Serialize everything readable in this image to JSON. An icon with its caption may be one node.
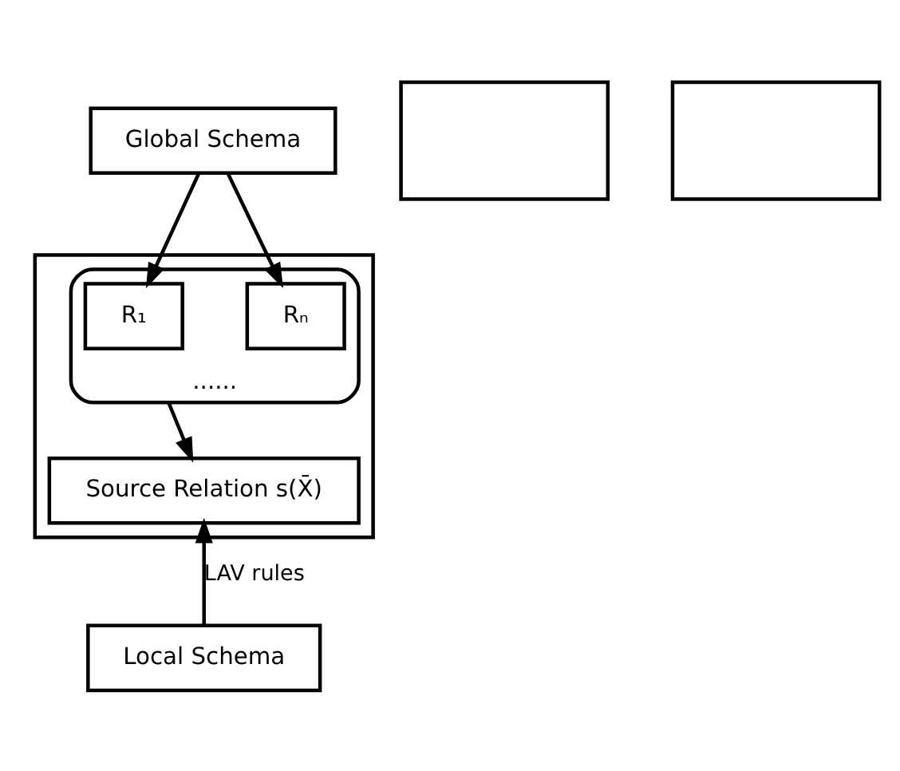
{
  "diagram": {
    "nodes": [
      {
        "text": [
          "Global Schema"
        ]
      },
      {
        "text": [],
        "shape": "box"
      },
      {
        "text": [],
        "shape": "box"
      },
      {
        "text": [],
        "shape": "box"
      },
      {
        "text": [
          "Source Relation s(X̄)"
        ],
        "in": 3
      },
      {
        "text": [
          "......"
        ],
        "in": 3
      },
      {
        "text": [
          "R₁"
        ],
        "in": 5
      },
      {
        "text": [
          "Rₙ"
        ],
        "in": 5
      },
      {
        "text": [
          "Local Schema"
        ]
      }
    ],
    "edges": [
      {
        "from": 0,
        "to": 6,
        "arrow": "to"
      },
      {
        "from": 0,
        "to": 7,
        "arrow": "to"
      },
      {
        "from": 5,
        "to": 4,
        "arrow": "to"
      },
      {
        "from": 8,
        "to": 4,
        "arrow": "to",
        "label": "LAV rules"
      }
    ]
  }
}
